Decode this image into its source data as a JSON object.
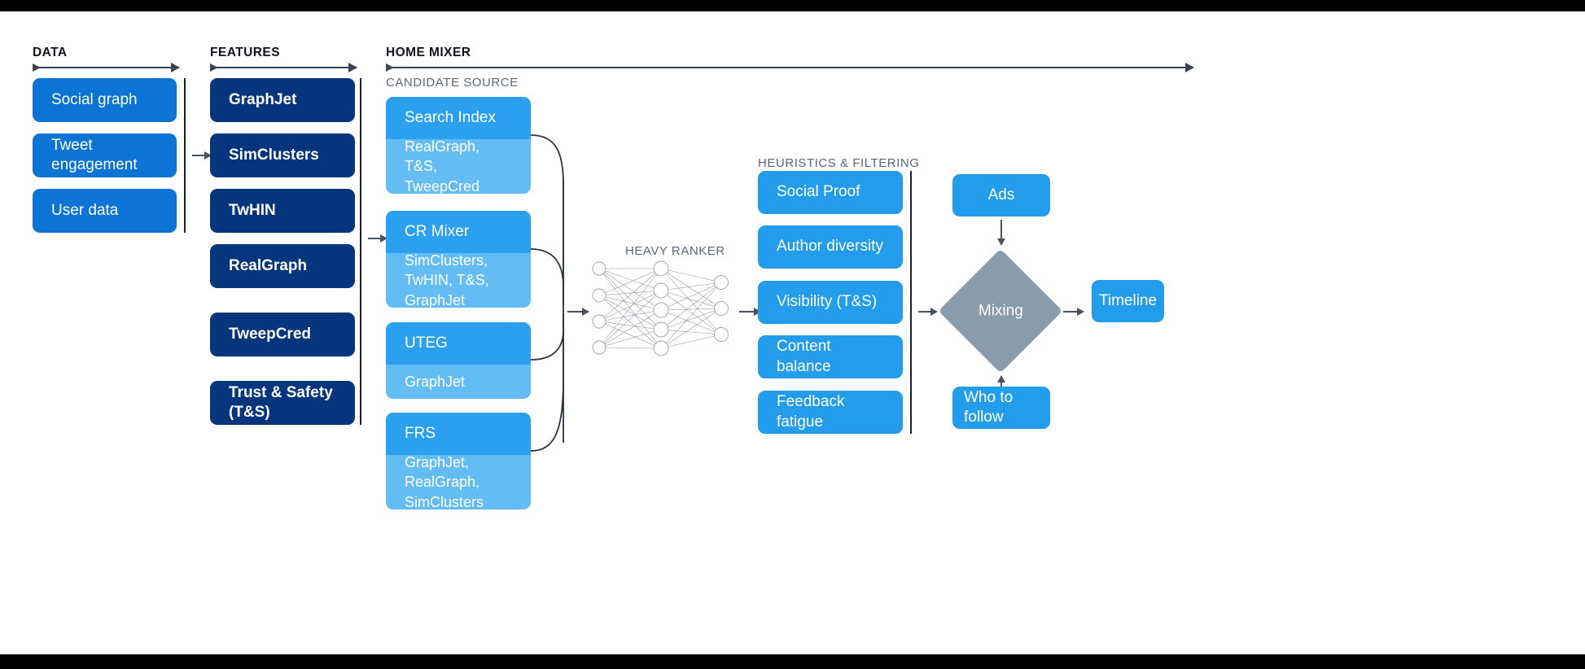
{
  "sections": {
    "data": {
      "title": "DATA"
    },
    "features": {
      "title": "FEATURES"
    },
    "home_mixer": {
      "title": "HOME MIXER"
    },
    "candidate_source": {
      "title": "CANDIDATE SOURCE"
    },
    "heuristics": {
      "title": "HEURISTICS & FILTERING"
    },
    "heavy_ranker": {
      "title": "HEAVY RANKER"
    }
  },
  "data_boxes": [
    {
      "label": "Social graph"
    },
    {
      "label": "Tweet engagement"
    },
    {
      "label": "User data"
    }
  ],
  "feature_boxes": [
    {
      "label": "GraphJet"
    },
    {
      "label": "SimClusters"
    },
    {
      "label": "TwHIN"
    },
    {
      "label": "RealGraph"
    },
    {
      "label": "TweepCred"
    },
    {
      "label": "Trust & Safety (T&S)"
    }
  ],
  "candidate_sources": [
    {
      "name": "Search Index",
      "features": "RealGraph, T&S, TweepCred"
    },
    {
      "name": "CR Mixer",
      "features": "SimClusters, TwHIN, T&S, GraphJet"
    },
    {
      "name": "UTEG",
      "features": "GraphJet"
    },
    {
      "name": "FRS",
      "features": "GraphJet, RealGraph, SimClusters"
    }
  ],
  "heuristic_boxes": [
    {
      "label": "Social Proof"
    },
    {
      "label": "Author diversity"
    },
    {
      "label": "Visibility (T&S)"
    },
    {
      "label": "Content balance"
    },
    {
      "label": "Feedback fatigue"
    }
  ],
  "output_stage": {
    "ads": "Ads",
    "mixing": "Mixing",
    "timeline": "Timeline",
    "who_to_follow": "Who to follow"
  },
  "colors": {
    "data_box": "#0b74d4",
    "feature_box": "#05357c",
    "candidate_head": "#2ba0ee",
    "candidate_body": "#64bcf5",
    "heuristic_box": "#229ceb",
    "mixing_diamond": "#8a9bab",
    "rule": "#3c4450",
    "subtitle_text": "#5b6776",
    "canvas": "#ffffff",
    "letterbox": "#000000"
  },
  "network": {
    "input_nodes": 4,
    "hidden_nodes": 5,
    "output_nodes": 3
  }
}
